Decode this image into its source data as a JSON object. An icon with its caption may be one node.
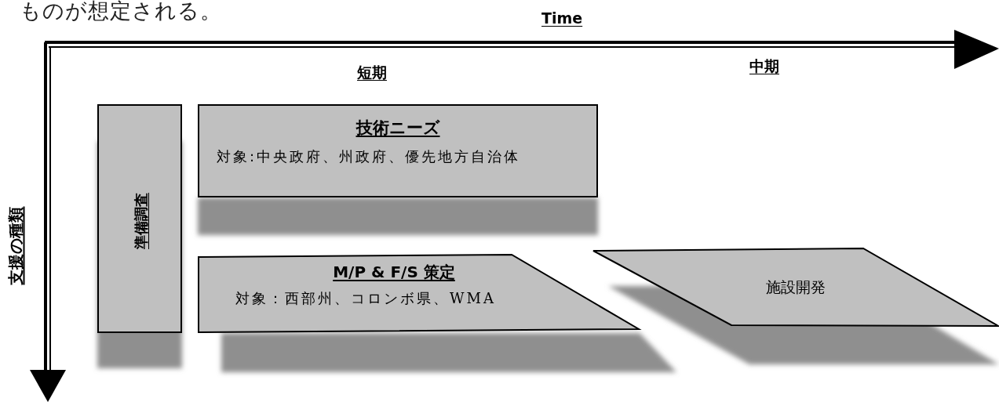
{
  "diagram": {
    "nodes": [
      {
        "text": [
          "準備調査"
        ]
      },
      {
        "text": [
          "技術ニーズ",
          "対象:中央政府、州政府、優先地方自治体"
        ]
      },
      {
        "text": [
          "M/P & F/S 策定",
          "対象：西部州、コロンボ県、WMA"
        ]
      },
      {
        "text": [
          "施設開発"
        ]
      }
    ],
    "labels": [
      "ものが想定される。",
      "Time",
      "短期",
      "中期",
      "支援の種類"
    ]
  }
}
